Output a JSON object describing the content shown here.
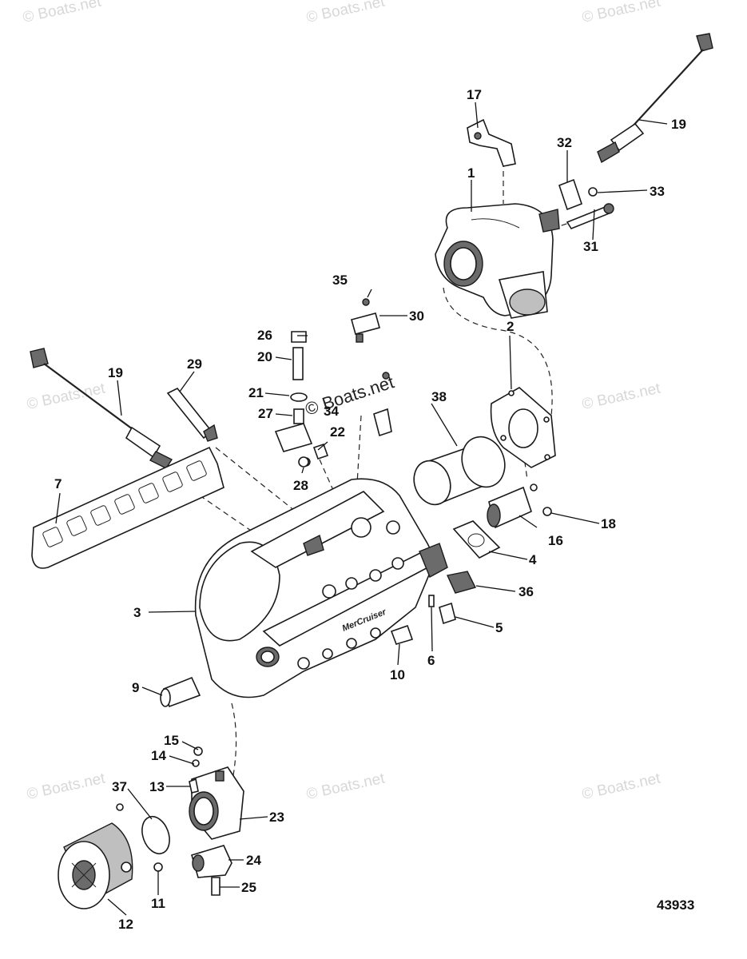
{
  "diagram": {
    "watermark": "© Boats.net",
    "figure_number": "43933",
    "callouts": [
      {
        "id": "c1",
        "label": "1"
      },
      {
        "id": "c2",
        "label": "2"
      },
      {
        "id": "c3",
        "label": "3"
      },
      {
        "id": "c4",
        "label": "4"
      },
      {
        "id": "c5",
        "label": "5"
      },
      {
        "id": "c6",
        "label": "6"
      },
      {
        "id": "c7",
        "label": "7"
      },
      {
        "id": "c9",
        "label": "9"
      },
      {
        "id": "c10",
        "label": "10"
      },
      {
        "id": "c11",
        "label": "11"
      },
      {
        "id": "c12",
        "label": "12"
      },
      {
        "id": "c13",
        "label": "13"
      },
      {
        "id": "c14",
        "label": "14"
      },
      {
        "id": "c15",
        "label": "15"
      },
      {
        "id": "c16",
        "label": "16"
      },
      {
        "id": "c17",
        "label": "17"
      },
      {
        "id": "c18",
        "label": "18"
      },
      {
        "id": "c19a",
        "label": "19"
      },
      {
        "id": "c19b",
        "label": "19"
      },
      {
        "id": "c20",
        "label": "20"
      },
      {
        "id": "c21",
        "label": "21"
      },
      {
        "id": "c22",
        "label": "22"
      },
      {
        "id": "c23",
        "label": "23"
      },
      {
        "id": "c24",
        "label": "24"
      },
      {
        "id": "c25",
        "label": "25"
      },
      {
        "id": "c26",
        "label": "26"
      },
      {
        "id": "c27",
        "label": "27"
      },
      {
        "id": "c28",
        "label": "28"
      },
      {
        "id": "c29",
        "label": "29"
      },
      {
        "id": "c30",
        "label": "30"
      },
      {
        "id": "c31",
        "label": "31"
      },
      {
        "id": "c32",
        "label": "32"
      },
      {
        "id": "c33",
        "label": "33"
      },
      {
        "id": "c34",
        "label": "34"
      },
      {
        "id": "c35",
        "label": "35"
      },
      {
        "id": "c36",
        "label": "36"
      },
      {
        "id": "c37",
        "label": "37"
      },
      {
        "id": "c38",
        "label": "38"
      }
    ],
    "brand_mark": "MerCruiser"
  }
}
